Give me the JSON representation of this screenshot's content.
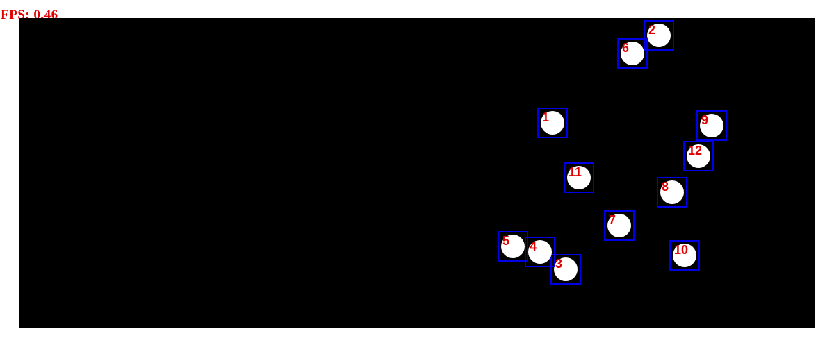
{
  "overlay": {
    "fps_text": "FPS: 0.46"
  },
  "palette": {
    "background": "#000000",
    "box": "#0000e6",
    "label": "#e00000",
    "ball": "#ffffff"
  },
  "tracks": [
    "1",
    "2",
    "3",
    "4",
    "5",
    "6",
    "7",
    "8",
    "9",
    "10",
    "11",
    "12"
  ]
}
